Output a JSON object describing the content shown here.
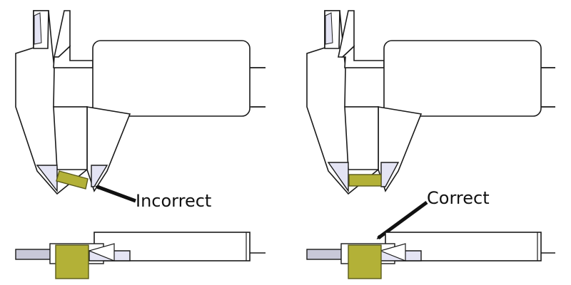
{
  "labels": {
    "incorrect": "Incorrect",
    "correct": "Correct"
  },
  "colors": {
    "outline": "#1a1a1a",
    "jaw_face": "#e4e4f4",
    "sample": "#b3b137",
    "sample_outline": "#5a5a1a",
    "background": "#ffffff"
  },
  "panels": [
    {
      "id": "incorrect",
      "measurement": "tilted",
      "label_key": "incorrect"
    },
    {
      "id": "correct",
      "measurement": "flat",
      "label_key": "correct"
    }
  ]
}
